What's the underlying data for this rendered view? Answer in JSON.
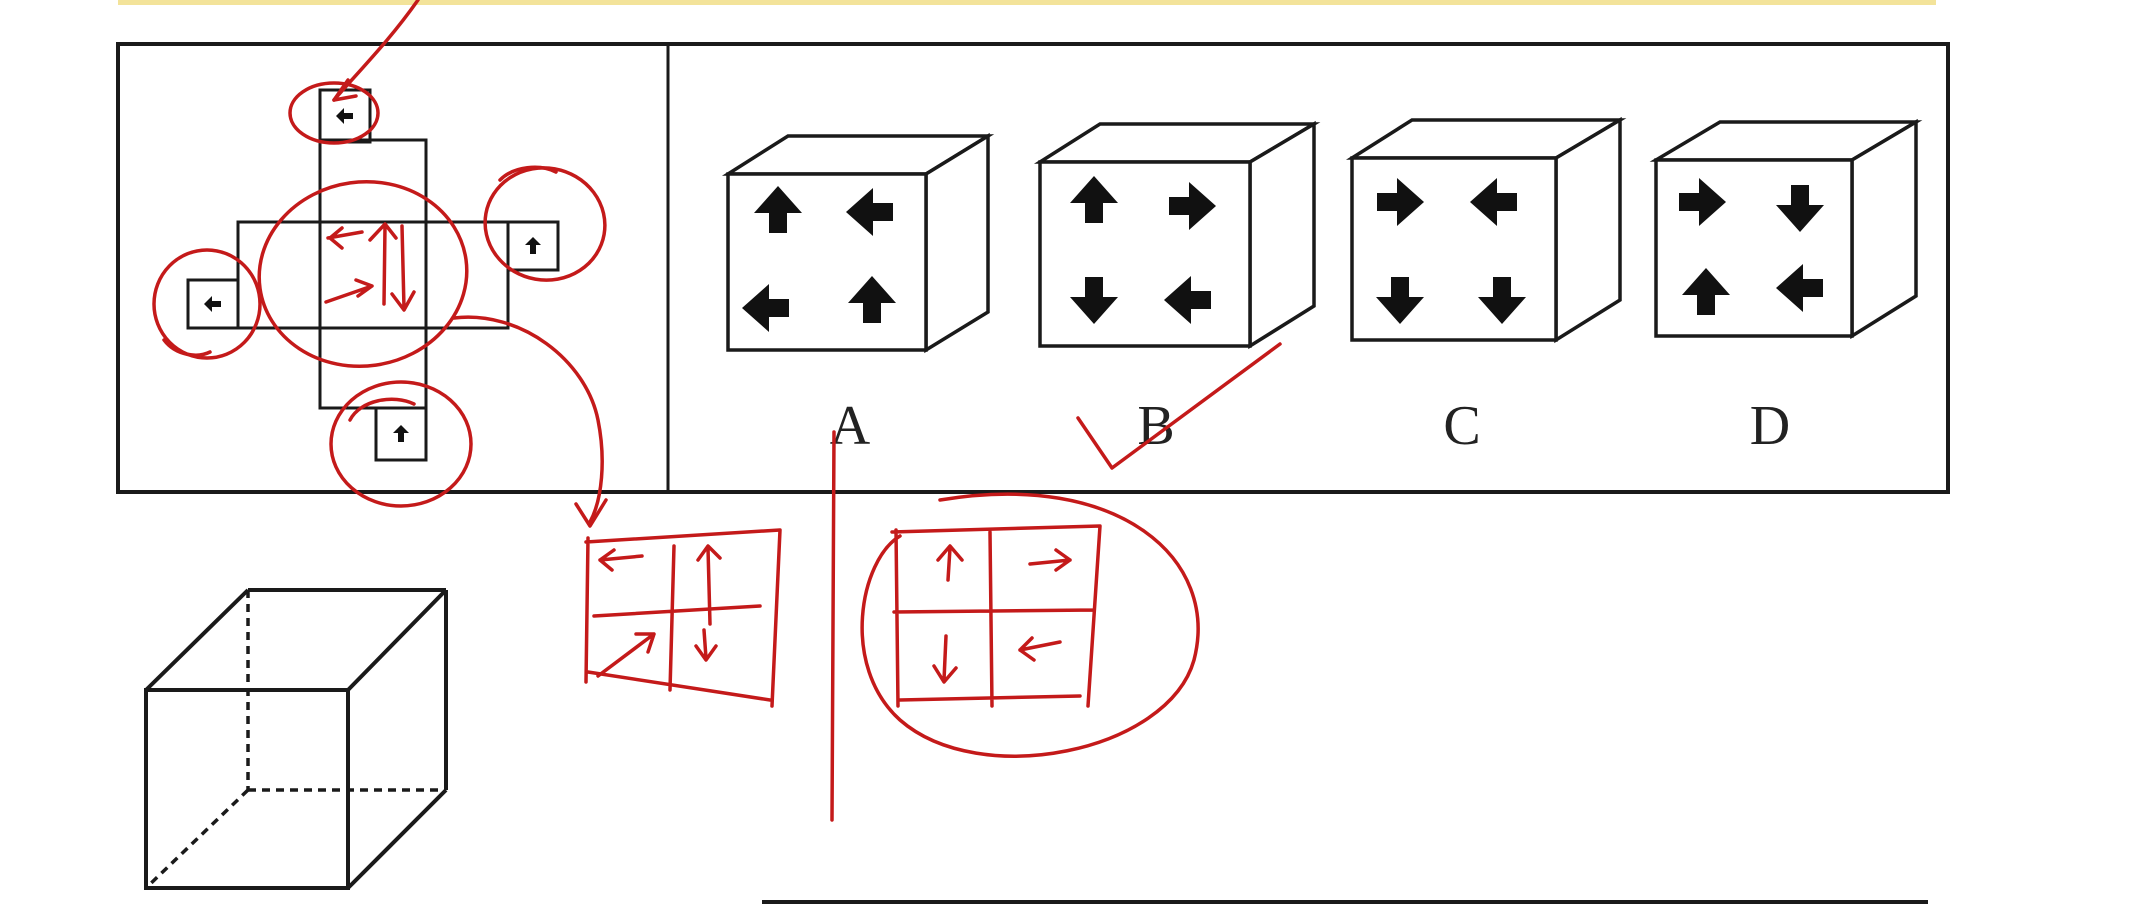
{
  "colors": {
    "highlight": "#f3e39a",
    "frame": "#1a1a1a",
    "ink": "#c41a1a",
    "text": "#222222"
  },
  "options": [
    {
      "id": "a",
      "label": "A",
      "icons": [
        "arrow-up-icon",
        "arrow-left-icon",
        "arrow-left-icon",
        "arrow-up-icon"
      ]
    },
    {
      "id": "b",
      "label": "B",
      "icons": [
        "arrow-up-icon",
        "arrow-right-icon",
        "arrow-down-icon",
        "arrow-left-icon"
      ]
    },
    {
      "id": "c",
      "label": "C",
      "icons": [
        "arrow-right-icon",
        "arrow-left-icon",
        "arrow-down-icon",
        "arrow-down-icon"
      ]
    },
    {
      "id": "d",
      "label": "D",
      "icons": [
        "arrow-right-icon",
        "arrow-down-icon",
        "arrow-up-icon",
        "arrow-left-icon"
      ]
    }
  ],
  "marked_answer": "B"
}
